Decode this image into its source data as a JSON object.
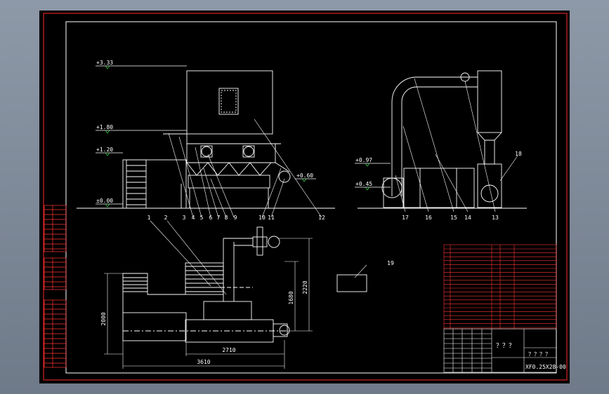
{
  "drawing": {
    "background": "#000000",
    "border_color": "#ff2a2a",
    "line_color": "#ffffff",
    "dim_color": "#2ecc40",
    "elevations": [
      "+3.33",
      "+1.80",
      "+1.20",
      "±0.00",
      "+0.60",
      "+0.97",
      "+0.45"
    ],
    "balloons_front": [
      "1",
      "2",
      "3",
      "4",
      "5",
      "6",
      "7",
      "8",
      "9",
      "10",
      "11",
      "12"
    ],
    "balloons_side": [
      "17",
      "16",
      "15",
      "14",
      "13",
      "18"
    ],
    "balloon_plan": "19",
    "dimensions": {
      "height_left": "2000",
      "height_mid": "1680",
      "height_right": "2220",
      "width_inner": "2710",
      "width_total": "3610"
    },
    "title_block": {
      "title": "？？？",
      "subtitle": "？？？？",
      "drawing_no": "XF0.25X28-00"
    }
  }
}
